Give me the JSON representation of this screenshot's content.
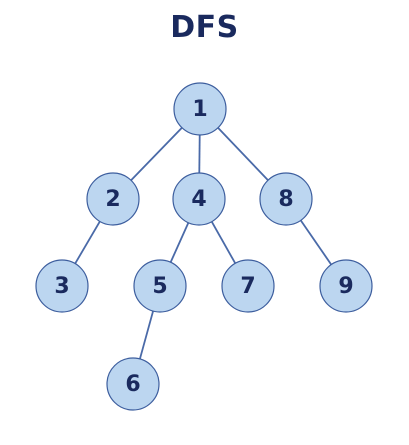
{
  "title": "DFS",
  "colors": {
    "title": "#1a2a5e",
    "node_fill": "#bcd6f0",
    "node_stroke": "#3d5e9e",
    "edge": "#4a6aa8",
    "label": "#1a2a5e"
  },
  "tree": {
    "nodes": [
      {
        "id": "n1",
        "label": "1"
      },
      {
        "id": "n2",
        "label": "2"
      },
      {
        "id": "n4",
        "label": "4"
      },
      {
        "id": "n8",
        "label": "8"
      },
      {
        "id": "n3",
        "label": "3"
      },
      {
        "id": "n5",
        "label": "5"
      },
      {
        "id": "n7",
        "label": "7"
      },
      {
        "id": "n9",
        "label": "9"
      },
      {
        "id": "n6",
        "label": "6"
      }
    ],
    "edges": [
      {
        "from": "n1",
        "to": "n2"
      },
      {
        "from": "n1",
        "to": "n4"
      },
      {
        "from": "n1",
        "to": "n8"
      },
      {
        "from": "n2",
        "to": "n3"
      },
      {
        "from": "n4",
        "to": "n5"
      },
      {
        "from": "n4",
        "to": "n7"
      },
      {
        "from": "n8",
        "to": "n9"
      },
      {
        "from": "n5",
        "to": "n6"
      }
    ]
  }
}
